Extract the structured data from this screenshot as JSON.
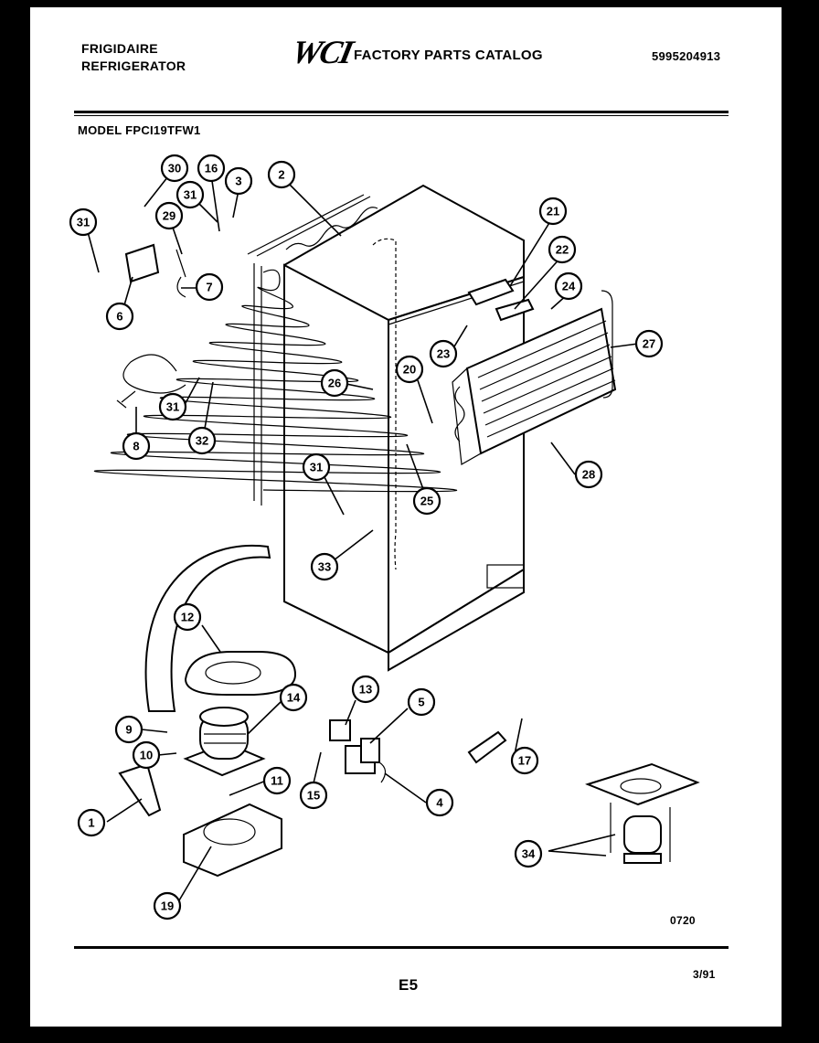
{
  "header": {
    "brand_line1": "FRIGIDAIRE",
    "brand_line2": "REFRIGERATOR",
    "logo_text": "WCI",
    "catalog_title": "FACTORY PARTS CATALOG",
    "catalog_number": "5995204913",
    "model_label": "MODEL FPCI19TFW1"
  },
  "diagram": {
    "callouts": [
      "30",
      "16",
      "3",
      "2",
      "31",
      "29",
      "31",
      "6",
      "7",
      "21",
      "22",
      "24",
      "27",
      "23",
      "26",
      "20",
      "8",
      "31",
      "32",
      "25",
      "28",
      "31",
      "33",
      "12",
      "14",
      "13",
      "5",
      "9",
      "10",
      "11",
      "15",
      "4",
      "17",
      "1",
      "34",
      "19"
    ]
  },
  "footer": {
    "drawing_code": "0720",
    "page_number": "E5",
    "date": "3/91"
  },
  "colors": {
    "ink": "#000000",
    "paper": "#ffffff"
  }
}
